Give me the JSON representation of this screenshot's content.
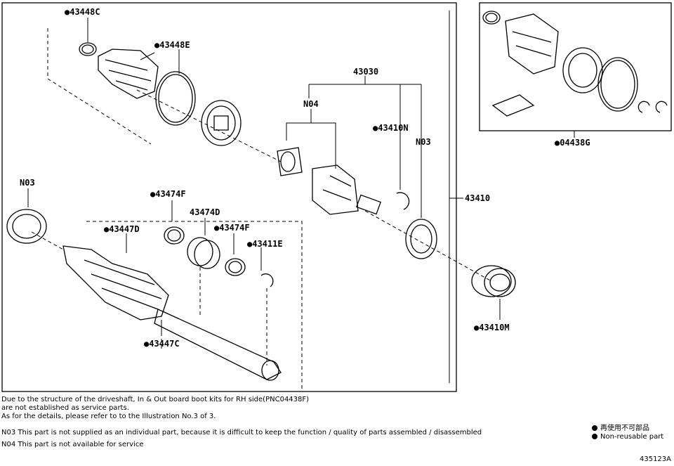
{
  "labels": {
    "p43448C": "●43448C",
    "p43448E": "●43448E",
    "p43030": "43030",
    "n04_top": "N04",
    "p43410N": "●43410N",
    "n03_right": "N03",
    "p43410": "43410",
    "p04438G": "●04438G",
    "n03_left": "N03",
    "p43474F_1": "●43474F",
    "p43474D": "43474D",
    "p43474F_2": "●43474F",
    "p43447D": "●43447D",
    "p43411E": "●43411E",
    "p43447C": "●43447C",
    "p43410M": "●43410M"
  },
  "notes": {
    "line1": "Due to the structure of the driveshaft, In & Out board  boot kits for RH side(PNC04438F)",
    "line2": "are not established as service parts.",
    "line3": "As for the details, please refer to to the Illustration No.3 of 3.",
    "n03": "N03 This part is not supplied as an  individual part, because it is difficult to keep the function / quality of parts assembled / disassembled",
    "n04": "N04 This part is not available for service"
  },
  "legend": {
    "jp": "再使用不可部品",
    "en": "Non-reusable part"
  },
  "ref": "435123A"
}
